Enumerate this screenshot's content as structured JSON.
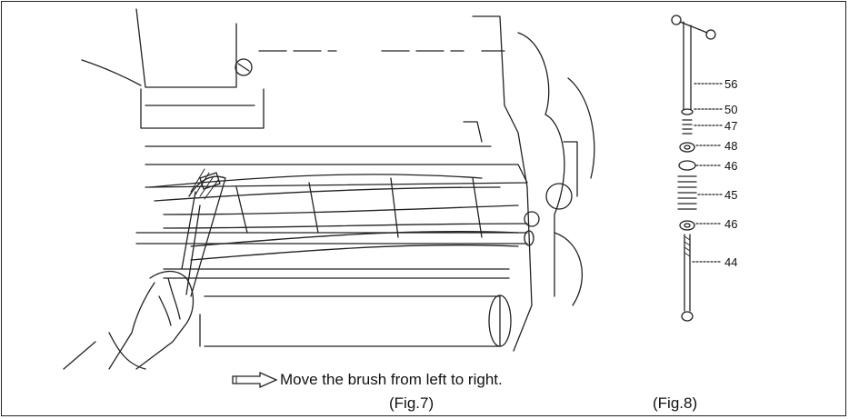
{
  "instruction": {
    "text": "Move the brush from left to right.",
    "icon": "arrow-right-outline-icon"
  },
  "figures": {
    "fig7": {
      "caption": "(Fig.7)"
    },
    "fig8": {
      "caption": "(Fig.8)",
      "part_labels": [
        "56",
        "50",
        "47",
        "48",
        "46",
        "45",
        "46",
        "44"
      ]
    }
  }
}
